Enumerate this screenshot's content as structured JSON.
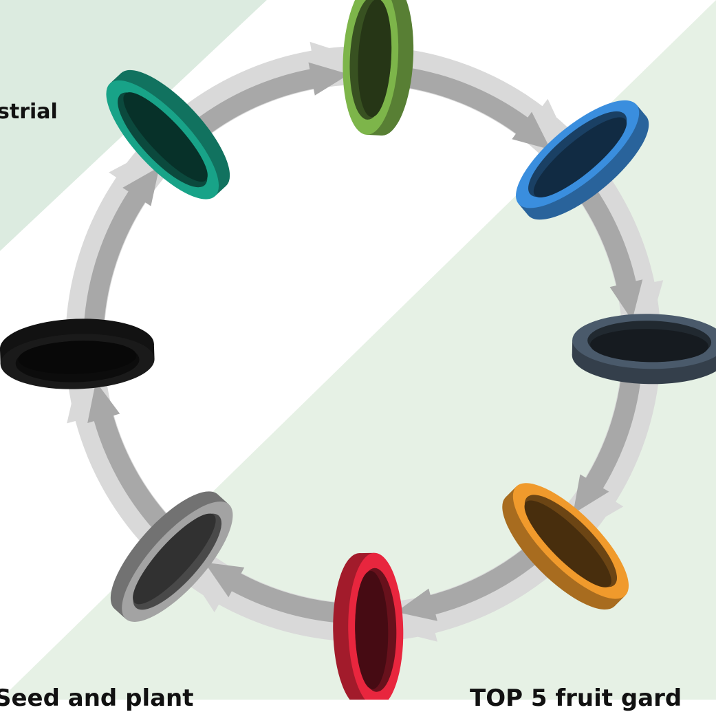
{
  "labels": {
    "top_left": "strial",
    "bottom_left": "Seed and plant",
    "bottom_right": "TOP 5 fruit gard"
  },
  "colors": {
    "background_top_left": "#dcebe0",
    "background_right": "#e6f1e5",
    "arrow_light": "#d9d9d9",
    "arrow_dark": "#a8a8a8",
    "ring_green": "#7db54a",
    "ring_blue": "#3a8ede",
    "ring_slate": "#4a5a6b",
    "ring_orange": "#f09a2c",
    "ring_red": "#e8263e",
    "ring_gray": "#a3a3a3",
    "ring_black": "#1a1a1a",
    "ring_teal": "#18a388"
  },
  "rings": [
    {
      "name": "green",
      "color_key": "ring_green"
    },
    {
      "name": "blue",
      "color_key": "ring_blue"
    },
    {
      "name": "slate",
      "color_key": "ring_slate"
    },
    {
      "name": "orange",
      "color_key": "ring_orange"
    },
    {
      "name": "red",
      "color_key": "ring_red"
    },
    {
      "name": "gray",
      "color_key": "ring_gray"
    },
    {
      "name": "black",
      "color_key": "ring_black"
    },
    {
      "name": "teal",
      "color_key": "ring_teal"
    }
  ]
}
